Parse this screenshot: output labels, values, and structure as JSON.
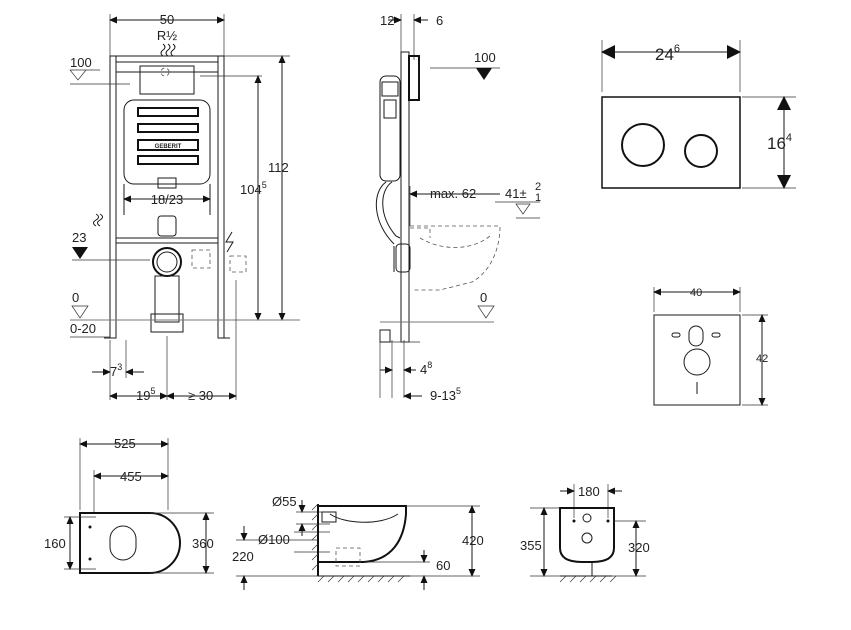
{
  "frame_front": {
    "width": "50",
    "connection": "R½",
    "height_total": "112",
    "height_mount": {
      "base": "104",
      "sup": "5"
    },
    "inner_width": "18/23",
    "level_top": "100",
    "level_drain": "23",
    "level_floor": "0",
    "floor_range": "0-20",
    "offset_small": {
      "base": "7",
      "sup": "3"
    },
    "offset_center": {
      "base": "19",
      "sup": "5"
    },
    "side_clearance": "≥ 30",
    "brand_label": "GEBERIT"
  },
  "frame_side": {
    "depth_top_a": "12",
    "depth_top_b": "6",
    "level_top": "100",
    "max_projection": "max. 62",
    "pan_height": {
      "base": "41",
      "tol_plus": "2",
      "tol_minus": "1",
      "pm": "±"
    },
    "level_floor": "0",
    "base_depth": {
      "base": "4",
      "sup": "8"
    },
    "base_range": {
      "base": "9-13",
      "sup": "5"
    }
  },
  "flush_plate": {
    "width": {
      "base": "24",
      "sup": "6"
    },
    "height": {
      "base": "16",
      "sup": "4"
    }
  },
  "sound_mat": {
    "width": "40",
    "height": "42"
  },
  "bowl_top": {
    "length": "525",
    "inner_length": "455",
    "fix_spacing": "160",
    "width": "360"
  },
  "bowl_side": {
    "inlet_dia": "Ø55",
    "outlet_dia": "Ø100",
    "outlet_height": "220",
    "height": "420",
    "floor_gap": "60"
  },
  "bowl_rear": {
    "fix_width": "180",
    "height_a": "355",
    "height_b": "320"
  }
}
